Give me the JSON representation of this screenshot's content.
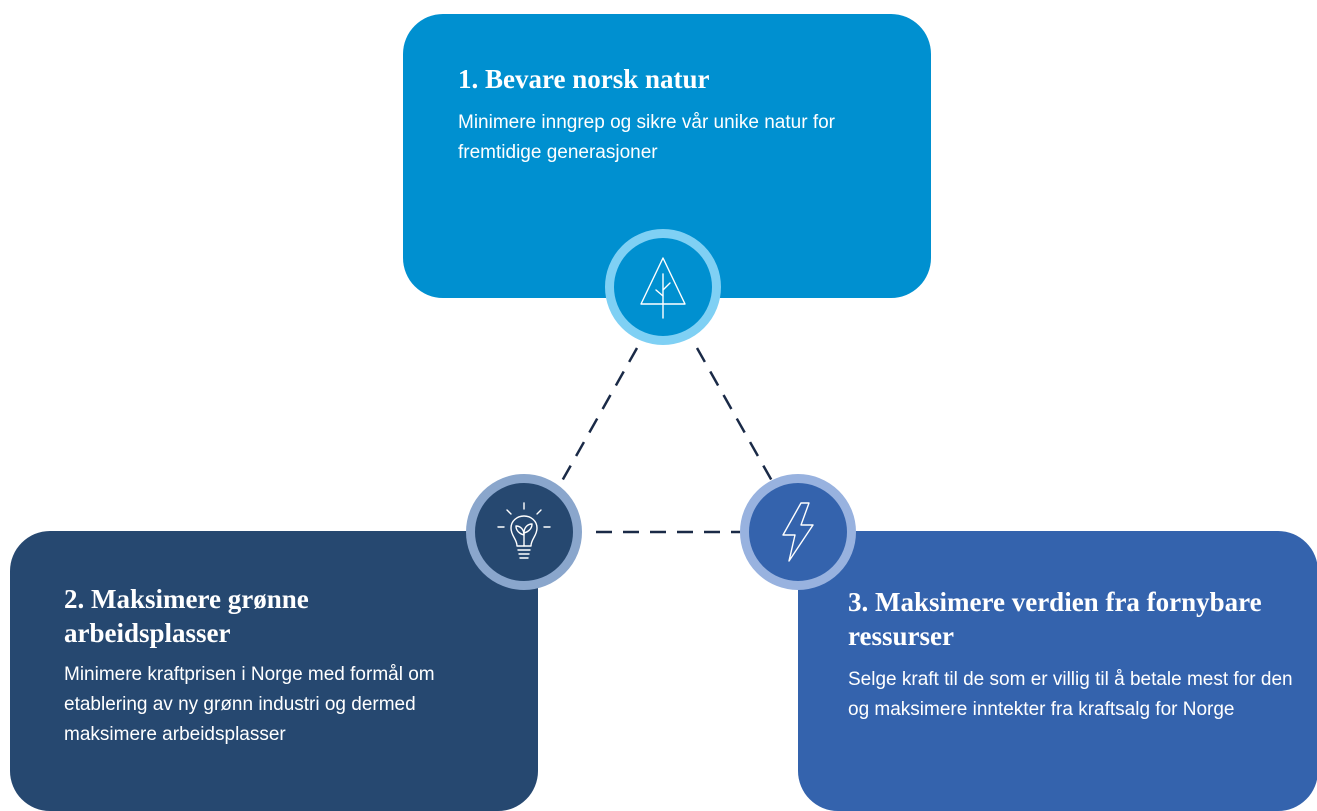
{
  "colors": {
    "card_1": "#0090d0",
    "card_2": "#264870",
    "card_3": "#3463ad",
    "node_1_ring": "#7fd0f4",
    "node_2_ring": "#8aa6cc",
    "node_3_ring": "#98b2df",
    "connector": "#1a2a47",
    "text": "#ffffff"
  },
  "cards": [
    {
      "title": "1. Bevare norsk natur",
      "description": "Minimere inngrep og sikre vår unike natur for fremtidige generasjoner",
      "icon": "tree-icon"
    },
    {
      "title": "2. Maksimere grønne arbeidsplasser",
      "description": "Minimere kraftprisen i Norge med formål om etablering av ny grønn industri og dermed maksimere arbeidsplasser",
      "icon": "lightbulb-sprout-icon"
    },
    {
      "title": "3. Maksimere verdien fra fornybare ressurser",
      "description": "Selge kraft til de som er villig til å betale mest for den og maksimere inntekter fra kraftsalg for Norge",
      "icon": "lightning-bolt-icon"
    }
  ]
}
